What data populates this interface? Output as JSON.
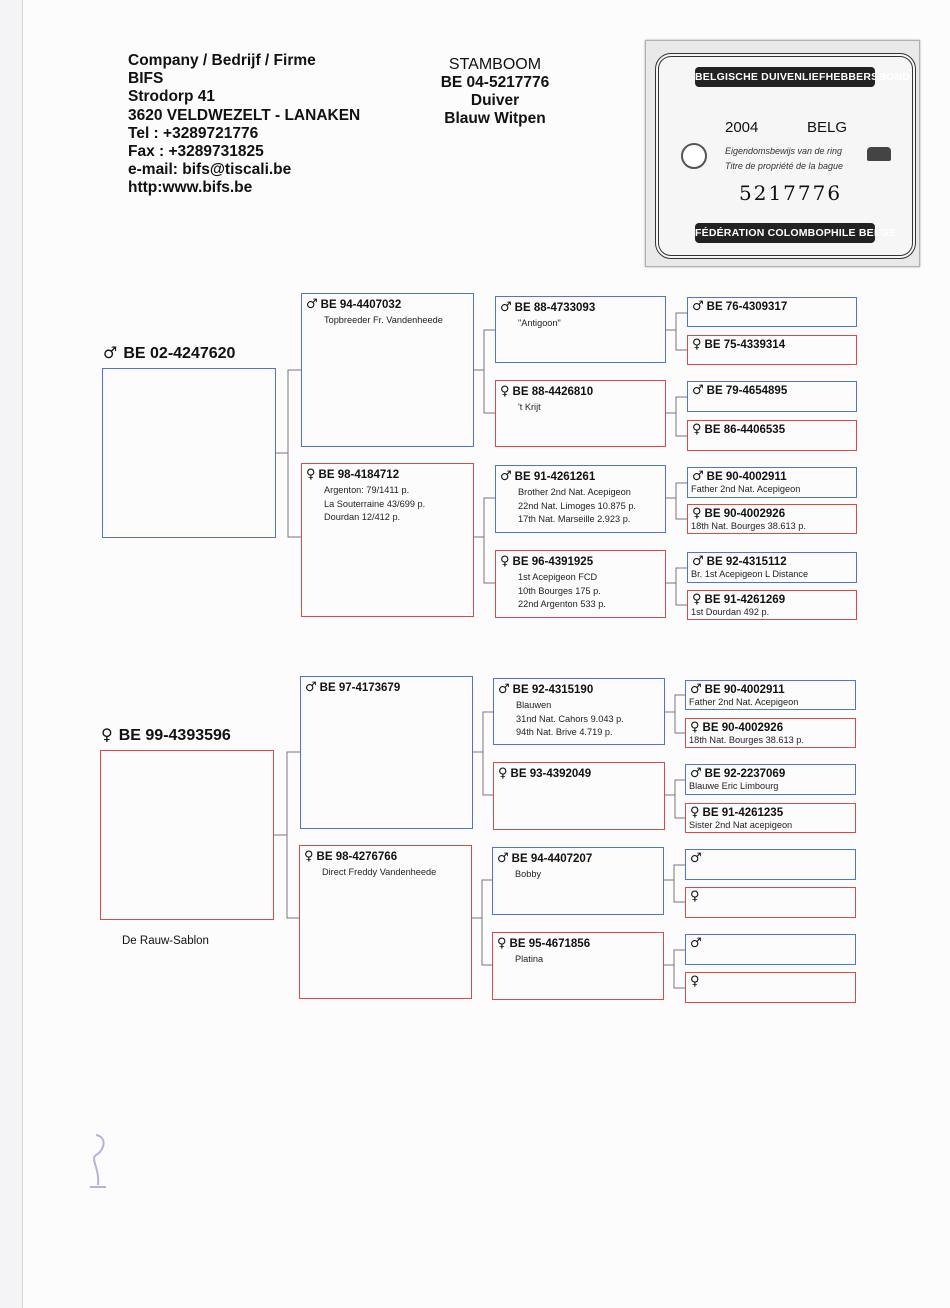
{
  "header": {
    "lines": [
      "Company / Bedrijf / Firme",
      "BIFS",
      "Strodorp 41",
      "3620 VELDWEZELT - LANAKEN",
      "Tel : +3289721776",
      "Fax : +3289731825",
      "e-mail: bifs@tiscali.be",
      "http:www.bifs.be"
    ]
  },
  "title": {
    "heading": "STAMBOOM",
    "ring": "BE 04-5217776",
    "sex": "Duiver",
    "color": "Blauw Witpen"
  },
  "ring_card": {
    "top_banner": "BELGISCHE DUIVENLIEFHEBBERSBOND",
    "year": "2004",
    "country": "BELG",
    "line1": "Eigendomsbewijs van de ring",
    "line2": "Titre de propriété de la bague",
    "number": "5217776",
    "bottom_banner": "FÉDÉRATION COLOMBOPHILE BELGE"
  },
  "symbols": {
    "male": "♂",
    "female": "♀"
  },
  "colors": {
    "male": "#4d76d1",
    "female": "#df4848"
  },
  "subjects": {
    "father": {
      "sex": "male",
      "id": "BE 02-4247620"
    },
    "mother": {
      "sex": "female",
      "id": "BE 99-4393596",
      "caption": "De Rauw-Sablon"
    }
  },
  "pedigree": {
    "f_father": {
      "sex": "male",
      "id": "BE 94-4407032",
      "notes": [
        "Topbreeder Fr. Vandenheede"
      ]
    },
    "f_mother": {
      "sex": "female",
      "id": "BE 98-4184712",
      "notes": [
        "Argenton: 79/1411 p.",
        "La Souterraine 43/699 p.",
        "Dourdan 12/412 p."
      ]
    },
    "m_father": {
      "sex": "male",
      "id": "BE 97-4173679",
      "notes": []
    },
    "m_mother": {
      "sex": "female",
      "id": "BE 98-4276766",
      "notes": [
        "Direct Freddy Vandenheede"
      ]
    },
    "ff_father": {
      "sex": "male",
      "id": "BE 88-4733093",
      "notes": [
        "\"Antigoon\""
      ]
    },
    "ff_mother": {
      "sex": "female",
      "id": "BE 88-4426810",
      "notes": [
        "'t Krijt"
      ]
    },
    "fm_father": {
      "sex": "male",
      "id": "BE 91-4261261",
      "notes": [
        "Brother 2nd Nat. Acepigeon",
        "22nd Nat. Limoges 10.875 p.",
        "17th Nat. Marseille 2.923 p."
      ]
    },
    "fm_mother": {
      "sex": "female",
      "id": "BE 96-4391925",
      "notes": [
        "1st Acepigeon FCD",
        "10th Bourges 175 p.",
        "22nd Argenton 533 p."
      ]
    },
    "mf_father": {
      "sex": "male",
      "id": "BE 92-4315190",
      "notes": [
        "Blauwen",
        "31nd Nat. Cahors 9.043 p.",
        "94th Nat. Brive 4.719 p."
      ]
    },
    "mf_mother": {
      "sex": "female",
      "id": "BE 93-4392049",
      "notes": []
    },
    "mm_father": {
      "sex": "male",
      "id": "BE 94-4407207",
      "notes": [
        "Bobby"
      ]
    },
    "mm_mother": {
      "sex": "female",
      "id": "BE 95-4671856",
      "notes": [
        "Platina"
      ]
    },
    "g1": {
      "sex": "male",
      "id": "BE 76-4309317",
      "notes": []
    },
    "g2": {
      "sex": "female",
      "id": "BE 75-4339314",
      "notes": []
    },
    "g3": {
      "sex": "male",
      "id": "BE 79-4654895",
      "notes": []
    },
    "g4": {
      "sex": "female",
      "id": "BE 86-4406535",
      "notes": []
    },
    "g5": {
      "sex": "male",
      "id": "BE 90-4002911",
      "notes": [
        "Father 2nd Nat. Acepigeon"
      ]
    },
    "g6": {
      "sex": "female",
      "id": "BE 90-4002926",
      "notes": [
        "18th Nat. Bourges 38.613 p."
      ]
    },
    "g7": {
      "sex": "male",
      "id": "BE 92-4315112",
      "notes": [
        "Br. 1st Acepigeon L Distance"
      ]
    },
    "g8": {
      "sex": "female",
      "id": "BE 91-4261269",
      "notes": [
        "1st Dourdan 492 p."
      ]
    },
    "g9": {
      "sex": "male",
      "id": "BE 90-4002911",
      "notes": [
        "Father 2nd Nat. Acepigeon"
      ]
    },
    "g10": {
      "sex": "female",
      "id": "BE 90-4002926",
      "notes": [
        "18th Nat. Bourges 38.613 p."
      ]
    },
    "g11": {
      "sex": "male",
      "id": "BE 92-2237069",
      "notes": [
        "Blauwe Eric Limbourg"
      ]
    },
    "g12": {
      "sex": "female",
      "id": "BE 91-4261235",
      "notes": [
        "Sister 2nd Nat acepigeon"
      ]
    },
    "g13": {
      "sex": "male",
      "id": "",
      "notes": []
    },
    "g14": {
      "sex": "female",
      "id": "",
      "notes": []
    },
    "g15": {
      "sex": "male",
      "id": "",
      "notes": []
    },
    "g16": {
      "sex": "female",
      "id": "",
      "notes": []
    }
  }
}
